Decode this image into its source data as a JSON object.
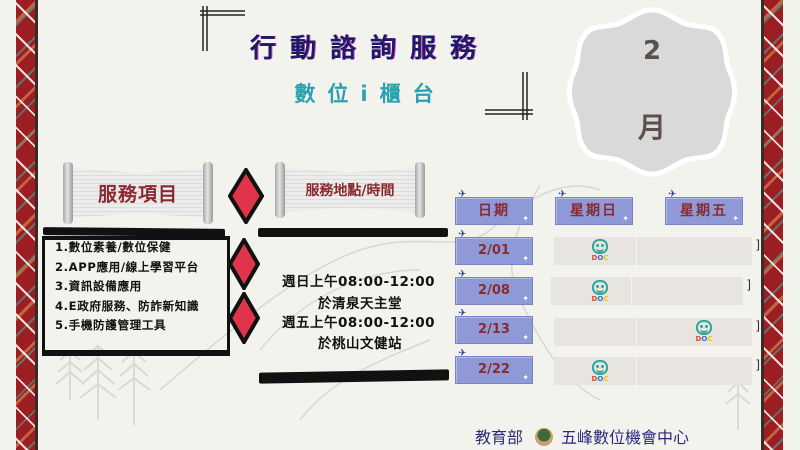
{
  "header": {
    "title": "行動諮詢服務",
    "subtitle": "數位i櫃台"
  },
  "month_badge": {
    "number": "2",
    "unit": "月",
    "fill_color": "#d9d9d9"
  },
  "services": {
    "banner_label": "服務項目",
    "items": [
      "1.數位素養/數位保健",
      "2.APP應用/線上學習平台",
      "3.資訊設備應用",
      "4.E政府服務、防詐新知識",
      "5.手機防護管理工具"
    ]
  },
  "location_time": {
    "banner_label": "服務地點/時間",
    "schedule": [
      {
        "time": "週日上午08:00-12:00",
        "place": "於清泉天主堂"
      },
      {
        "time": "週五上午08:00-12:00",
        "place": "於桃山文健站"
      }
    ]
  },
  "calendar": {
    "headers": [
      "日期",
      "星期日",
      "星期五"
    ],
    "rows": [
      {
        "date": "2/01",
        "column": "星期日"
      },
      {
        "date": "2/08",
        "column": "星期日"
      },
      {
        "date": "2/13",
        "column": "星期五"
      },
      {
        "date": "2/22",
        "column": "星期日"
      }
    ],
    "marker_icon": "doc-smiley-icon",
    "marker_text": "DOC",
    "tag_color": "#8f99d8",
    "label_color": "#8b2a2e"
  },
  "footer": {
    "ministry": "教育部",
    "center": "五峰數位機會中心"
  },
  "colors": {
    "background": "#f3f3ee",
    "title": "#1e1a66",
    "subtitle": "#2aa1b0",
    "diamond": "#e0344a",
    "border_strip": "#9c1d22"
  }
}
